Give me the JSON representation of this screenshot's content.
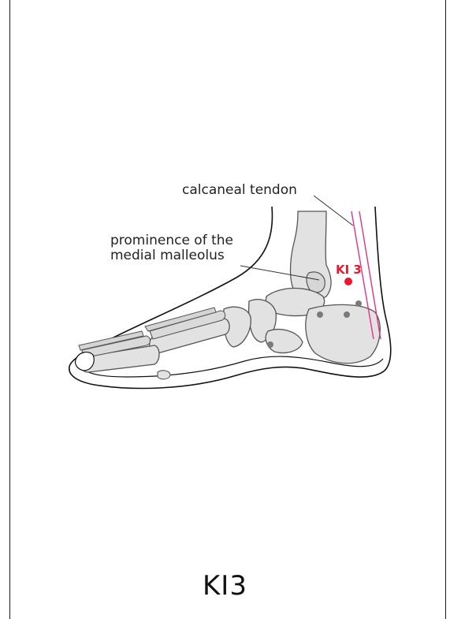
{
  "title": "KI3",
  "point": {
    "label": "KI 3",
    "color": "#e8192c"
  },
  "annotations": {
    "tendon": "calcaneal tendon",
    "malleolus_line1": "prominence of the",
    "malleolus_line2": "medial malleolus"
  },
  "colors": {
    "bone_fill": "#e2e2e2",
    "bone_stroke": "#555555",
    "landmark_dot": "#7a7a7a",
    "tendon_line": "#e0338a",
    "outline": "#111111"
  }
}
